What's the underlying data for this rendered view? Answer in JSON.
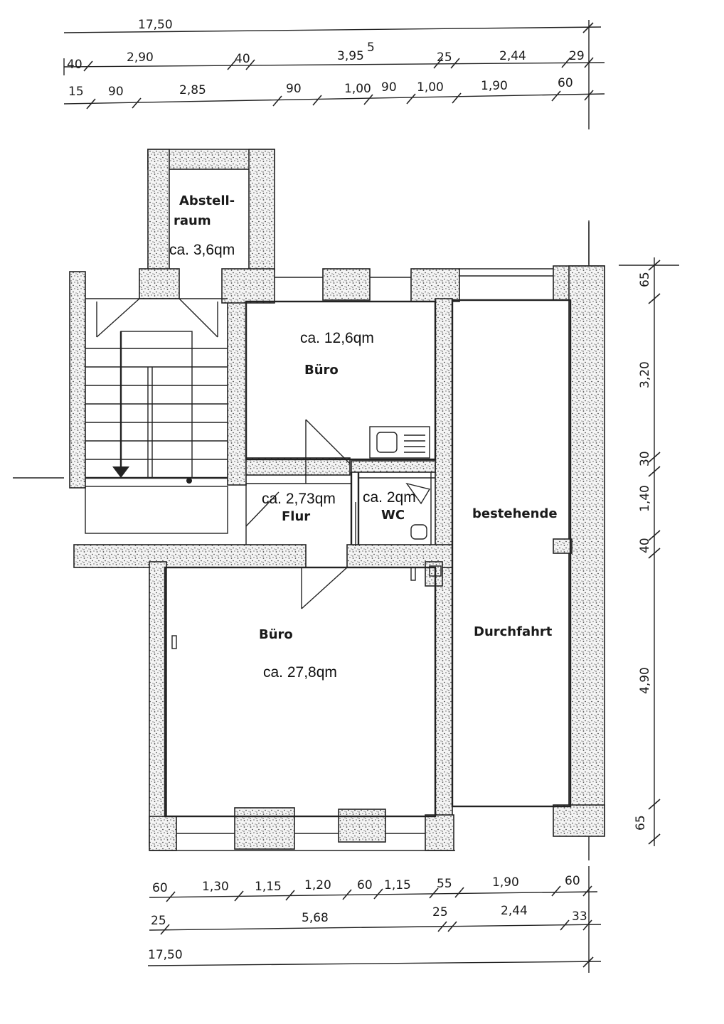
{
  "dimensions": {
    "top_total": "17,50",
    "top_row1": [
      "40",
      "2,90",
      "40",
      "3,95",
      "5",
      "25",
      "2,44",
      "29"
    ],
    "top_row2": [
      "15",
      "90",
      "2,85",
      "90",
      "1,00",
      "90",
      "1,00",
      "1,90",
      "60"
    ],
    "right": [
      "65",
      "3,20",
      "30",
      "1,40",
      "40",
      "4,90",
      "65"
    ],
    "bottom_row1": [
      "60",
      "1,30",
      "1,15",
      "1,20",
      "60",
      "1,15",
      "55",
      "1,90",
      "60"
    ],
    "bottom_row2": [
      "25",
      "5,68",
      "25",
      "2,44",
      "33"
    ],
    "bottom_total": "17,50"
  },
  "rooms": {
    "abstellraum": {
      "label_line1": "Abstell-",
      "label_line2": "raum",
      "area": "ca. 3,6qm"
    },
    "buero_small": {
      "label": "Büro",
      "area": "ca. 12,6qm"
    },
    "flur": {
      "label": "Flur",
      "area": "ca. 2,73qm"
    },
    "wc": {
      "label": "WC",
      "area": "ca. 2qm"
    },
    "buero_large": {
      "label": "Büro",
      "area": "ca. 27,8qm"
    },
    "durchfahrt": {
      "label_line1": "bestehende",
      "label_line2": "Durchfahrt"
    }
  }
}
